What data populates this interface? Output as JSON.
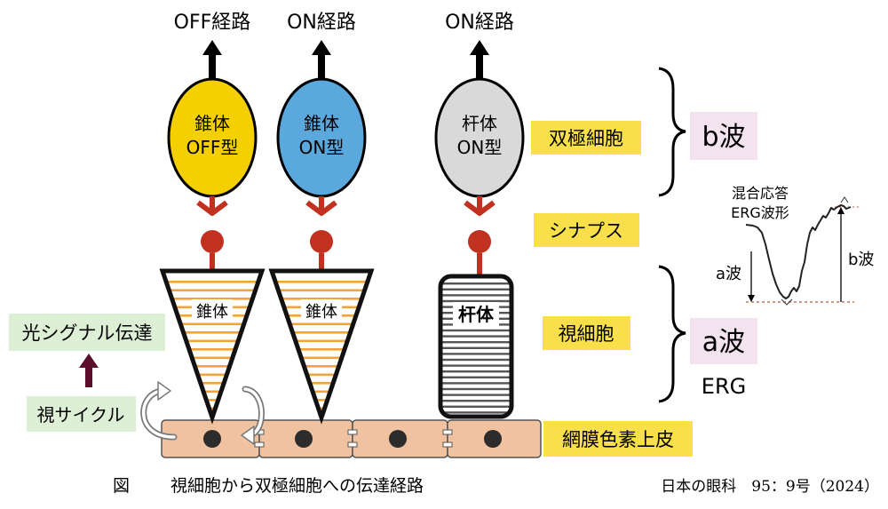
{
  "pathways": {
    "off_label": "OFF経路",
    "on_cone_label": "ON経路",
    "on_rod_label": "ON経路"
  },
  "bipolar_cells": {
    "cone_off": {
      "line1": "錐体",
      "line2": "OFF型",
      "color": "#F5D000"
    },
    "cone_on": {
      "line1": "錐体",
      "line2": "ON型",
      "color": "#5BA8DC"
    },
    "rod_on": {
      "line1": "杆体",
      "line2": "ON型",
      "color": "#D9D9D9"
    }
  },
  "photoreceptors": {
    "cone1_label": "錐体",
    "cone2_label": "錐体",
    "rod_label": "杆体",
    "cone_stripe_color": "#F2A33A"
  },
  "layer_labels": {
    "bipolar": "双極細胞",
    "synapse": "シナプス",
    "photoreceptor": "視細胞",
    "rpe": "網膜色素上皮",
    "highlight_color": "#F9E04B"
  },
  "waves": {
    "b_wave": "b波",
    "a_wave": "a波",
    "erg": "ERG",
    "box_color": "#F3E3EE"
  },
  "erg_inset": {
    "title_line1": "混合応答",
    "title_line2": "ERG波形",
    "a_label": "a波",
    "b_label": "b波"
  },
  "side_boxes": {
    "light_signal": "光シグナル伝達",
    "visual_cycle": "視サイクル",
    "box_color": "#DDEFD4"
  },
  "caption": {
    "fig": "図",
    "title": "視細胞から双極細胞への伝達経路",
    "source": "日本の眼科　95：9号（2024）"
  },
  "colors": {
    "synapse_red": "#C0311F",
    "rpe_fill": "#F0C2A0",
    "arrow_dark": "#5A0E2A"
  }
}
